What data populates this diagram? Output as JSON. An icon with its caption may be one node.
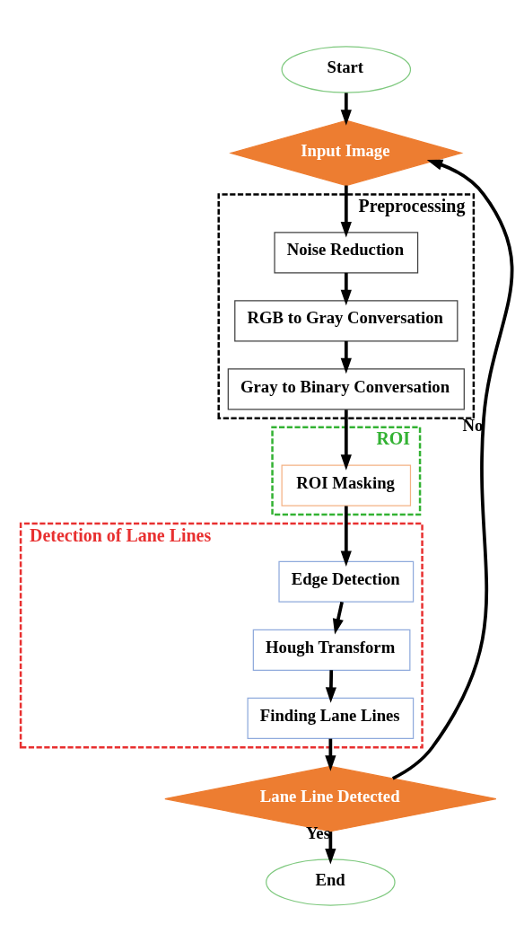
{
  "diagram": {
    "nodes": [
      {
        "text": [
          "Start"
        ]
      },
      {
        "text": [
          "Input Image"
        ]
      },
      {
        "text": [
          "Preprocessing"
        ]
      },
      {
        "text": [
          "Noise Reduction"
        ],
        "in": 2
      },
      {
        "text": [
          "RGB to Gray Conversation"
        ],
        "in": 2
      },
      {
        "text": [
          "Gray to Binary Conversation"
        ],
        "in": 2
      },
      {
        "text": [
          "ROI"
        ]
      },
      {
        "text": [
          "ROI Masking"
        ],
        "in": 6
      },
      {
        "text": [
          "Detection of Lane Lines"
        ]
      },
      {
        "text": [
          "Edge Detection"
        ],
        "in": 8
      },
      {
        "text": [
          "Hough Transform"
        ],
        "in": 8
      },
      {
        "text": [
          "Finding Lane Lines"
        ],
        "in": 8
      },
      {
        "text": [
          "Lane Line Detected"
        ]
      },
      {
        "text": [
          "End"
        ]
      }
    ],
    "edges": [
      {
        "from": 0,
        "to": 1,
        "arrow": "to"
      },
      {
        "from": 1,
        "to": 3,
        "arrow": "to"
      },
      {
        "from": 3,
        "to": 4,
        "arrow": "to"
      },
      {
        "from": 4,
        "to": 5,
        "arrow": "to"
      },
      {
        "from": 5,
        "to": 7,
        "arrow": "to"
      },
      {
        "from": 7,
        "to": 9,
        "arrow": "to"
      },
      {
        "from": 9,
        "to": 10,
        "arrow": "to"
      },
      {
        "from": 10,
        "to": 11,
        "arrow": "to"
      },
      {
        "from": 11,
        "to": 12,
        "arrow": "to"
      },
      {
        "from": 12,
        "to": 1,
        "arrow": "to",
        "label": "No"
      },
      {
        "from": 12,
        "to": 13,
        "arrow": "to",
        "label": "Yes"
      }
    ]
  }
}
